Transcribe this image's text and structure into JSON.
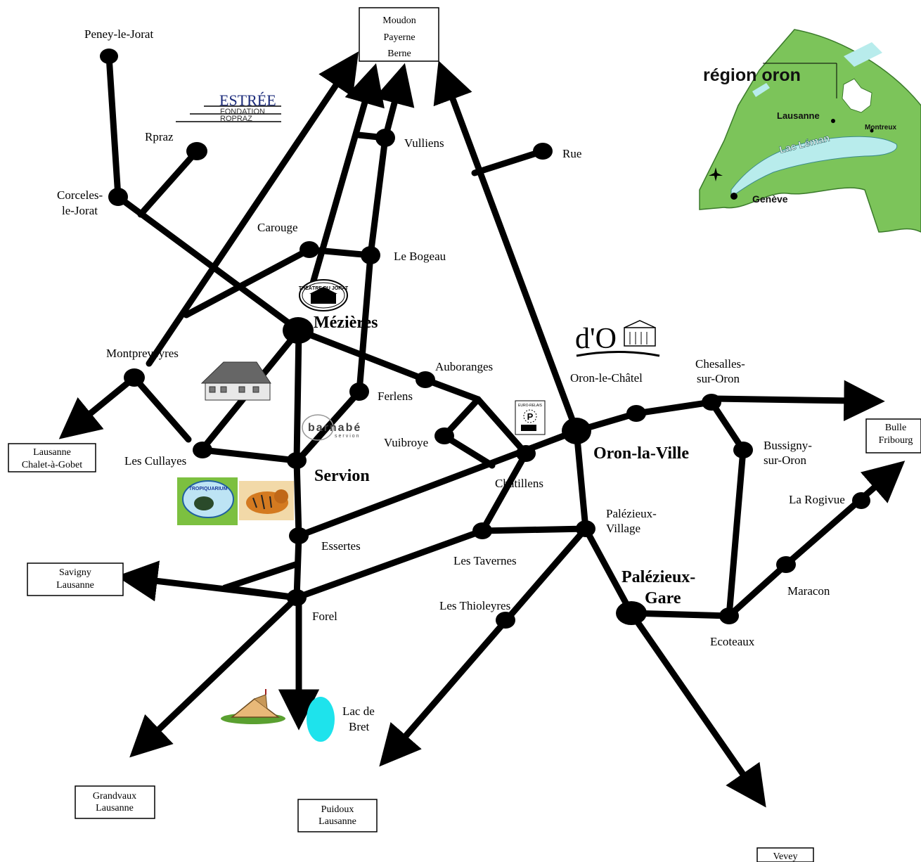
{
  "places": {
    "peney_le_jorat": "Peney-le-Jorat",
    "rpraz": "Rpraz",
    "corceles_1": "Corceles-",
    "corceles_2": "le-Jorat",
    "carouge": "Carouge",
    "le_bogeau": "Le Bogeau",
    "vulliens": "Vulliens",
    "rue": "Rue",
    "mezieres": "Mézières",
    "montpreveyres": "Montpreveyres",
    "ferlens": "Ferlens",
    "auboranges": "Auboranges",
    "oron_le_chatel": "Oron-le-Châtel",
    "chesalles_1": "Chesalles-",
    "chesalles_2": "sur-Oron",
    "les_cullayes": "Les Cullayes",
    "vuibroye": "Vuibroye",
    "servion": "Servion",
    "chatillens": "Châtillens",
    "oron_la_ville": "Oron-la-Ville",
    "bussigny_1": "Bussigny-",
    "bussigny_2": "sur-Oron",
    "la_rogivue": "La Rogivue",
    "palezieux_village_1": "Palézieux-",
    "palezieux_village_2": "Village",
    "essertes": "Essertes",
    "les_tavernes": "Les Tavernes",
    "palezieux_gare_1": "Palézieux-",
    "palezieux_gare_2": "Gare",
    "maracon": "Maracon",
    "les_thioleyres": "Les Thioleyres",
    "forel": "Forel",
    "ecoteaux": "Ecoteaux",
    "lac_de_bret_1": "Lac de",
    "lac_de_bret_2": "Bret"
  },
  "destinations": {
    "moudon": [
      "Moudon",
      "Payerne",
      "Berne"
    ],
    "lausanne_chalet": [
      "Lausanne",
      "Chalet-à-Gobet"
    ],
    "bulle": [
      "Bulle",
      "Fribourg"
    ],
    "savigny": [
      "Savigny",
      "Lausanne"
    ],
    "grandvaux": [
      "Grandvaux",
      "Lausanne"
    ],
    "puidoux": [
      "Puidoux",
      "Lausanne"
    ],
    "vevey": [
      "Vevey"
    ]
  },
  "logos": {
    "estree_1": "ESTRÉE",
    "estree_2": "FONDATION",
    "estree_3": "ROPRAZ",
    "theatre": "THÉÂTRE DU JORAT",
    "barnabe_1": "barnabé",
    "barnabe_2": "servion",
    "do_logo": "d'O",
    "euro_relais": "EURO-RELAIS",
    "parking": "P",
    "tropiquarium": "TROPIQUARIUM"
  },
  "inset": {
    "title": "région oron",
    "lausanne": "Lausanne",
    "montreux": "Montreux",
    "lac_leman": "Lac Léman",
    "geneve": "Genève",
    "airport_icon": "airplane-icon"
  },
  "colors": {
    "road": "#000000",
    "lake": "#1ee3ec",
    "inset_land": "#7cc45a",
    "inset_lake": "#b8ecec"
  }
}
